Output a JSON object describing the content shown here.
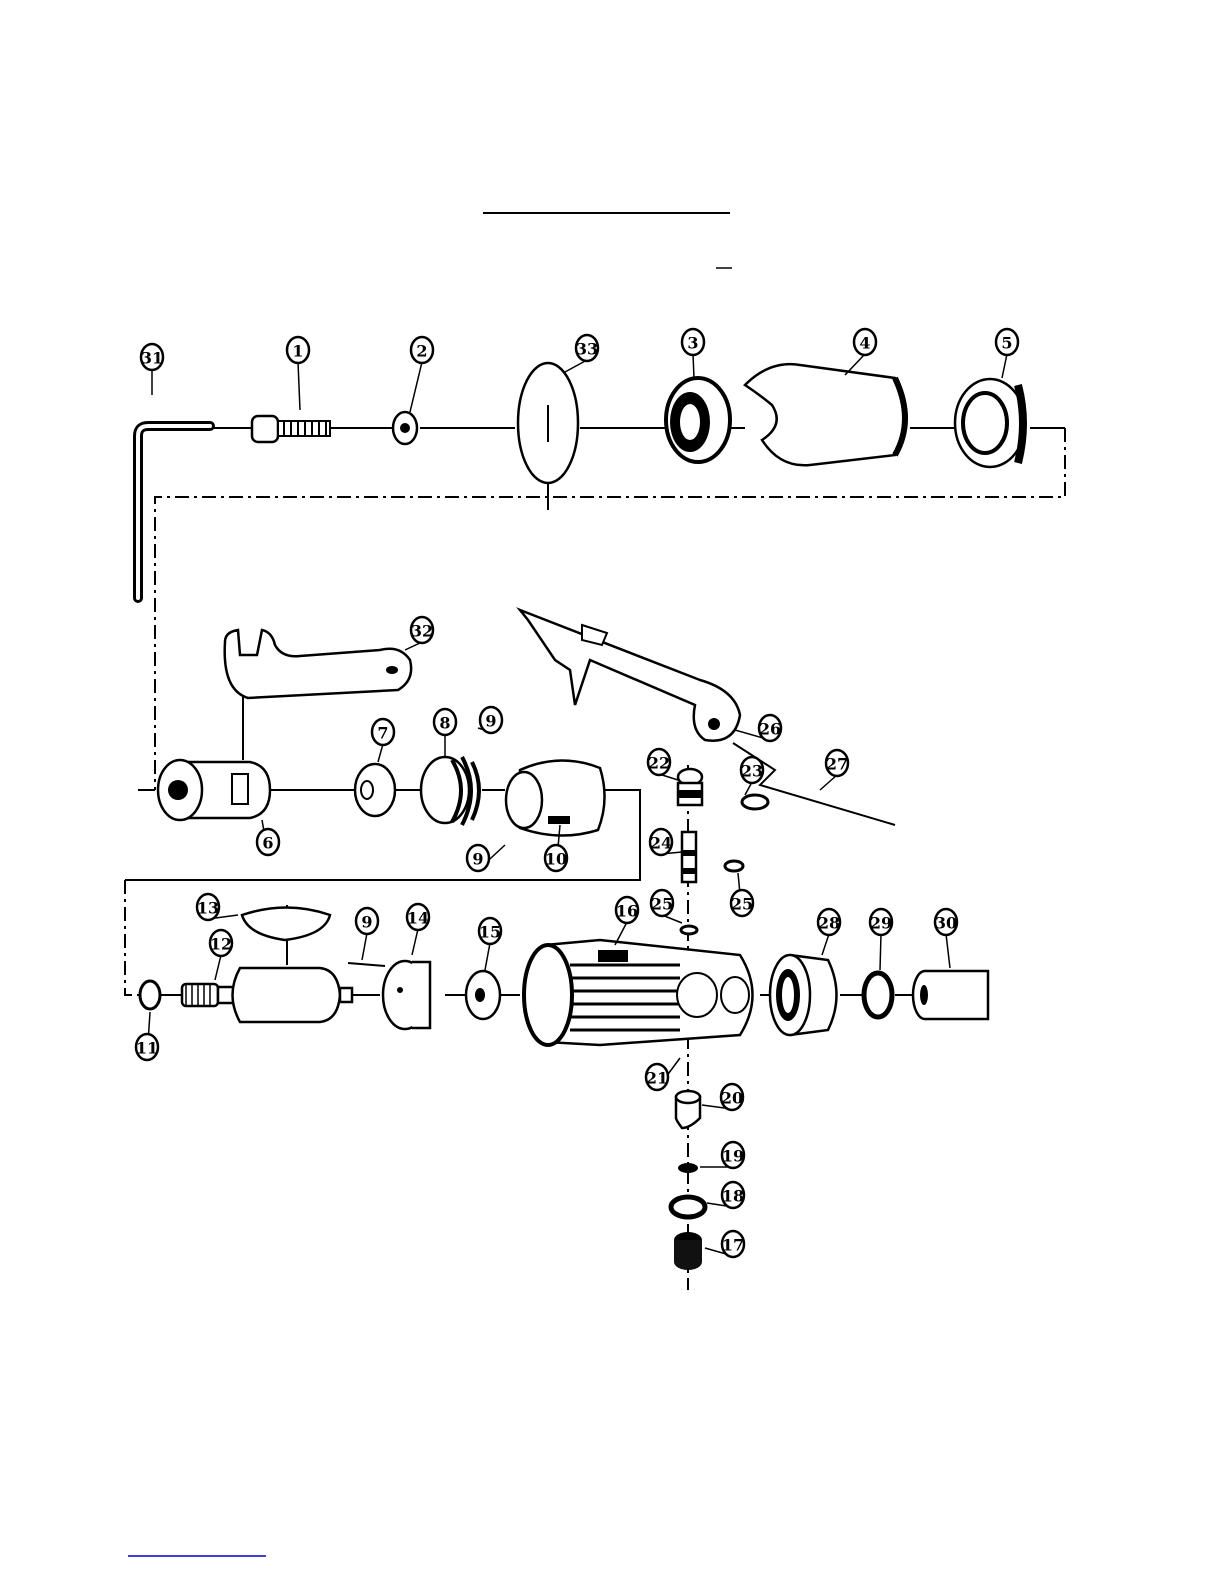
{
  "parts": [
    {
      "id": "p31",
      "number": "31"
    },
    {
      "id": "p1",
      "number": "1"
    },
    {
      "id": "p2",
      "number": "2"
    },
    {
      "id": "p33",
      "number": "33"
    },
    {
      "id": "p3",
      "number": "3"
    },
    {
      "id": "p4",
      "number": "4"
    },
    {
      "id": "p5",
      "number": "5"
    },
    {
      "id": "p32",
      "number": "32"
    },
    {
      "id": "p6",
      "number": "6"
    },
    {
      "id": "p7",
      "number": "7"
    },
    {
      "id": "p8",
      "number": "8"
    },
    {
      "id": "p9a",
      "number": "9"
    },
    {
      "id": "p9b",
      "number": "9"
    },
    {
      "id": "p10",
      "number": "10"
    },
    {
      "id": "p26",
      "number": "26"
    },
    {
      "id": "p27",
      "number": "27"
    },
    {
      "id": "p22",
      "number": "22"
    },
    {
      "id": "p23",
      "number": "23"
    },
    {
      "id": "p24",
      "number": "24"
    },
    {
      "id": "p25a",
      "number": "25"
    },
    {
      "id": "p25b",
      "number": "25"
    },
    {
      "id": "p13",
      "number": "13"
    },
    {
      "id": "p12",
      "number": "12"
    },
    {
      "id": "p9c",
      "number": "9"
    },
    {
      "id": "p14",
      "number": "14"
    },
    {
      "id": "p15",
      "number": "15"
    },
    {
      "id": "p16",
      "number": "16"
    },
    {
      "id": "p28",
      "number": "28"
    },
    {
      "id": "p29",
      "number": "29"
    },
    {
      "id": "p30",
      "number": "30"
    },
    {
      "id": "p11",
      "number": "11"
    },
    {
      "id": "p21",
      "number": "21"
    },
    {
      "id": "p20",
      "number": "20"
    },
    {
      "id": "p19",
      "number": "19"
    },
    {
      "id": "p18",
      "number": "18"
    },
    {
      "id": "p17",
      "number": "17"
    }
  ]
}
